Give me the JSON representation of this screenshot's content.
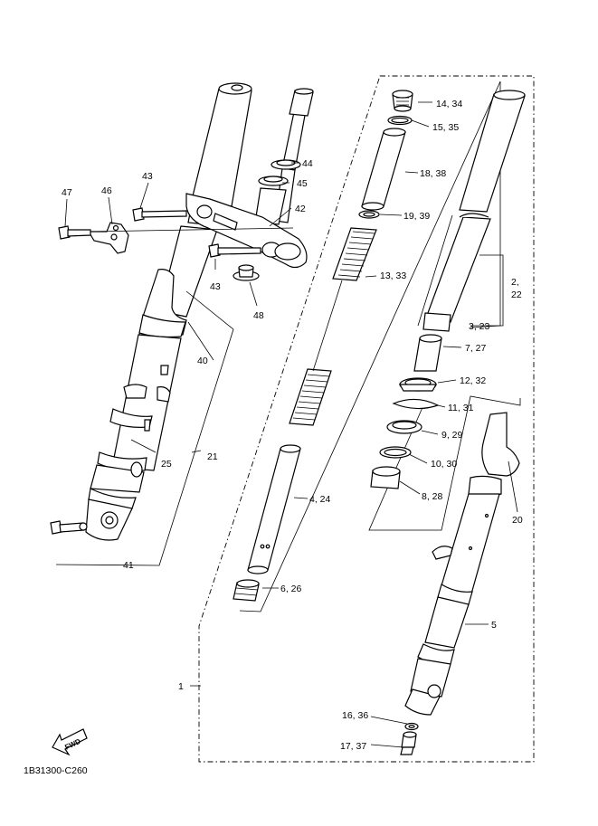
{
  "labels": {
    "l14_34": "14, 34",
    "l15_35": "15, 35",
    "l18_38": "18, 38",
    "l19_39": "19, 39",
    "l13_33": "13, 33",
    "l2_22_a": "2,",
    "l2_22_b": "22",
    "l3_23": "3, 23",
    "l7_27": "7, 27",
    "l12_32": "12, 32",
    "l11_31": "11, 31",
    "l9_29": "9, 29",
    "l10_30": "10, 30",
    "l8_28": "8, 28",
    "l4_24": "4, 24",
    "l6_26": "6, 26",
    "l20": "20",
    "l5": "5",
    "l1": "1",
    "l16_36": "16, 36",
    "l17_37": "17, 37",
    "l44": "44",
    "l45": "45",
    "l42": "42",
    "l43a": "43",
    "l43b": "43",
    "l47": "47",
    "l46": "46",
    "l48": "48",
    "l40": "40",
    "l21": "21",
    "l25": "25",
    "l41": "41"
  },
  "fwd_badge": "FWD",
  "diagram_code": "1B31300-C260"
}
